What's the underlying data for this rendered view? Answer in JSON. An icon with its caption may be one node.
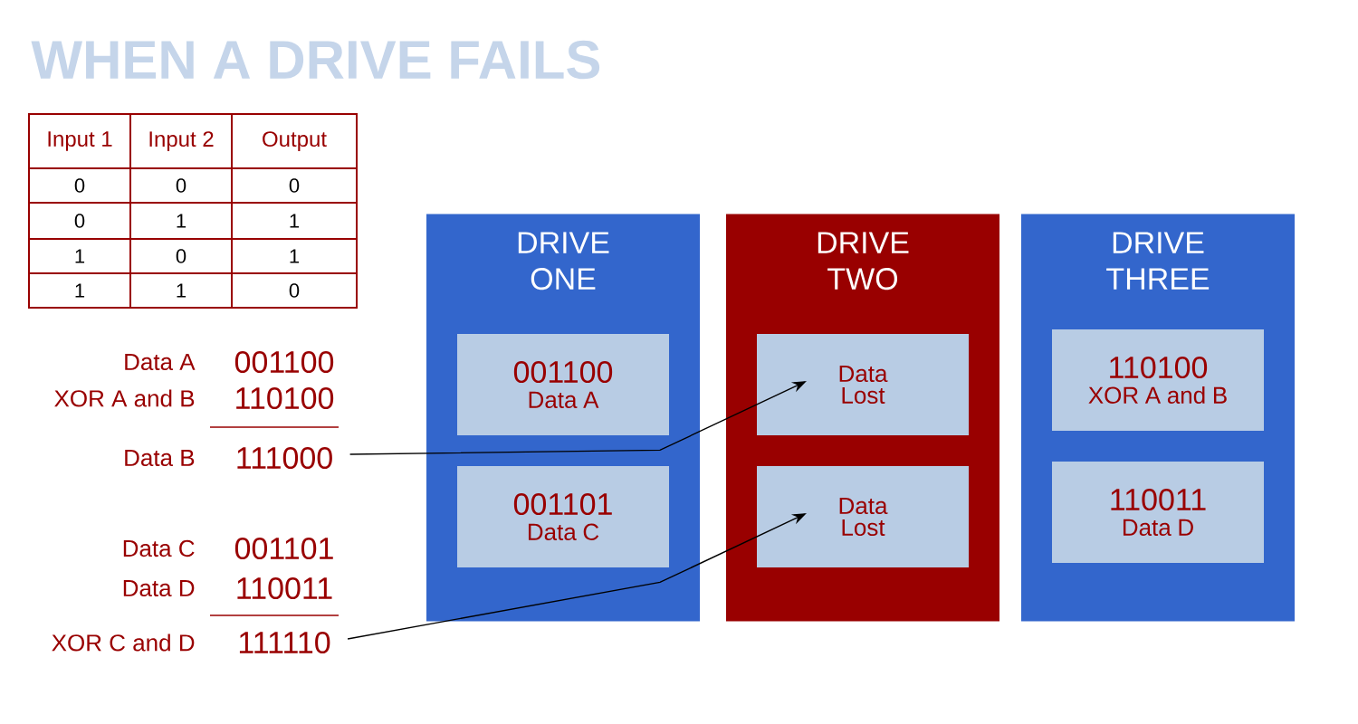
{
  "diagram": {
    "title": "WHEN A DRIVE FAILS",
    "nodes": [
      {
        "text": [
          "DRIVE ONE"
        ]
      },
      {
        "text": [
          "001100",
          "Data A"
        ],
        "in": 0
      },
      {
        "text": [
          "001101",
          "Data C"
        ],
        "in": 0
      },
      {
        "text": [
          "DRIVE TWO"
        ]
      },
      {
        "text": [
          "Data Lost"
        ],
        "in": 3
      },
      {
        "text": [
          "Data Lost"
        ],
        "in": 3
      },
      {
        "text": [
          "DRIVE THREE"
        ]
      },
      {
        "text": [
          "110100",
          "XOR A and B"
        ],
        "in": 6
      },
      {
        "text": [
          "110011",
          "Data D"
        ],
        "in": 6
      },
      {
        "text": [
          "111000"
        ],
        "beside": [
          "Data B"
        ]
      },
      {
        "text": [
          "111110"
        ],
        "beside": [
          "XOR C and D"
        ]
      }
    ],
    "edges": [
      {
        "from": 9,
        "to": 4,
        "arrow": "to"
      },
      {
        "from": 10,
        "to": 5,
        "arrow": "to"
      }
    ],
    "labels": [
      "Input 1",
      "Input 2",
      "Output",
      "0",
      "0",
      "0",
      "0",
      "1",
      "1",
      "1",
      "0",
      "1",
      "1",
      "1",
      "0",
      "Data A",
      "001100",
      "XOR A and B",
      "110100",
      "Data C",
      "001101",
      "Data D",
      "110011"
    ]
  }
}
